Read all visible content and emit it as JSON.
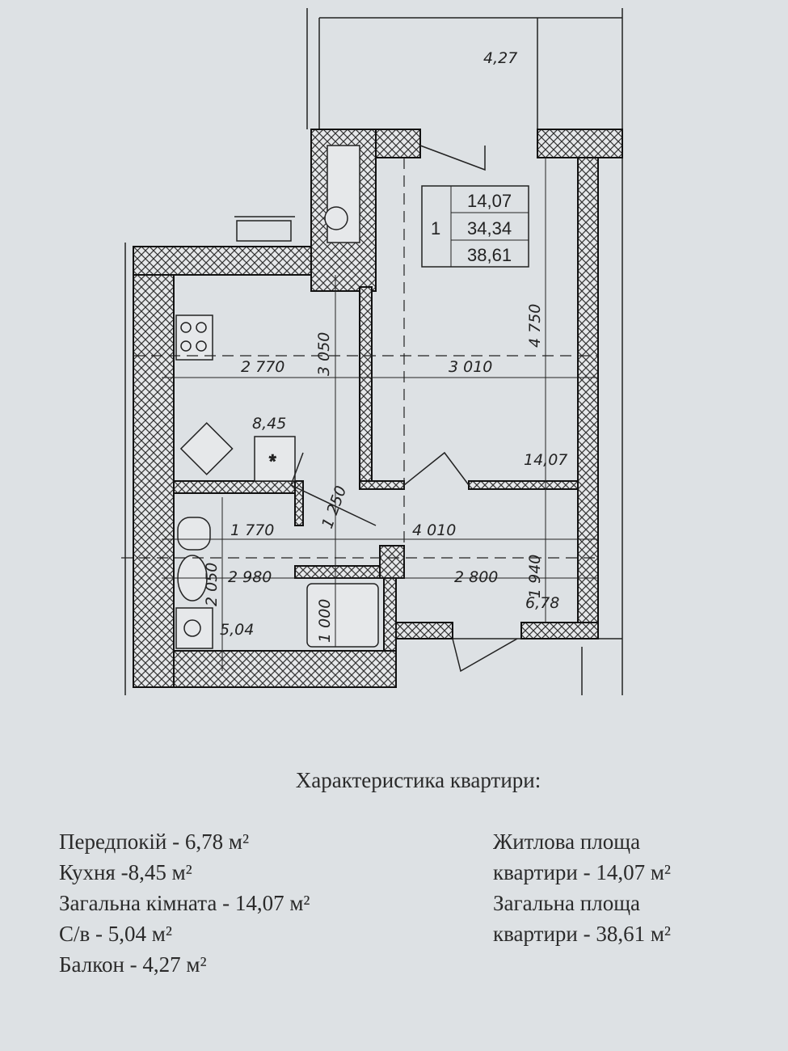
{
  "plan": {
    "balcony_area": "4,27",
    "apartment_box": {
      "rooms": "1",
      "living": "14,07",
      "usable": "34,34",
      "total": "38,61"
    },
    "room_labels": {
      "kitchen": "8,45",
      "living_room": "14,07",
      "bathroom": "5,04",
      "hallway": "6,78"
    },
    "dimensions": {
      "kitchen_width": "2 770",
      "kitchen_length": "3 050",
      "room_width": "3 010",
      "room_length": "4 750",
      "bath_width": "1 770",
      "hall_width": "4 010",
      "bath_width2": "2 980",
      "hall_width2": "2 800",
      "corridor_width": "1 250",
      "hall_length": "1 940",
      "bath_length": "2 050",
      "tub_length": "1 000"
    }
  },
  "specs": {
    "title": "Характеристика квартири:",
    "left": [
      "Передпокій - 6,78 м²",
      "Кухня -8,45 м²",
      "Загальна кімната - 14,07 м²",
      "С/в - 5,04 м²",
      "Балкон - 4,27 м²"
    ],
    "right": [
      "Житлова площа",
      "квартири - 14,07 м²",
      "Загальна площа",
      "квартири - 38,61 м²"
    ]
  }
}
